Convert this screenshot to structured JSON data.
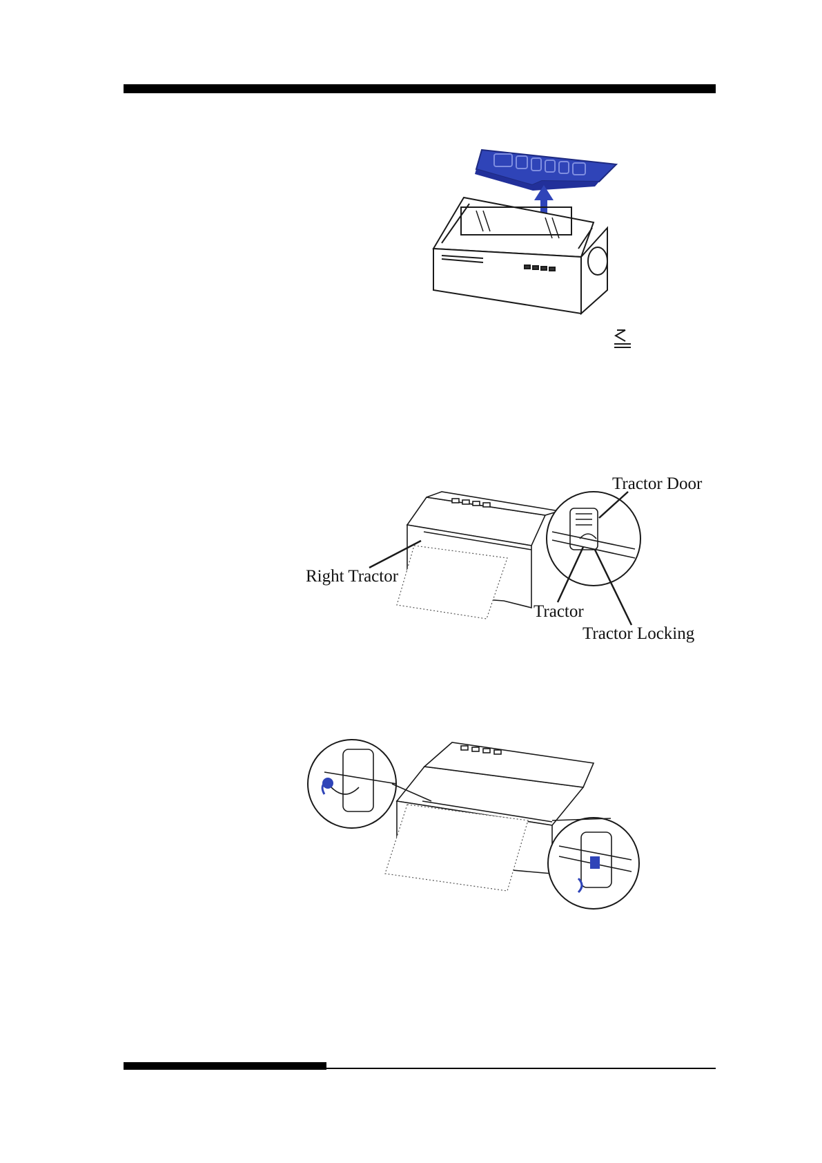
{
  "figures": {
    "remove_cover": {},
    "tractor_detail": {
      "labels": {
        "tractor_door": "Tractor Door",
        "right_tractor": "Right Tractor",
        "tractor": "Tractor",
        "tractor_locking": "Tractor Locking"
      }
    },
    "tractor_lock_release": {}
  },
  "colors": {
    "accent_blue": "#2f44b8",
    "line": "#1a1a1a"
  }
}
